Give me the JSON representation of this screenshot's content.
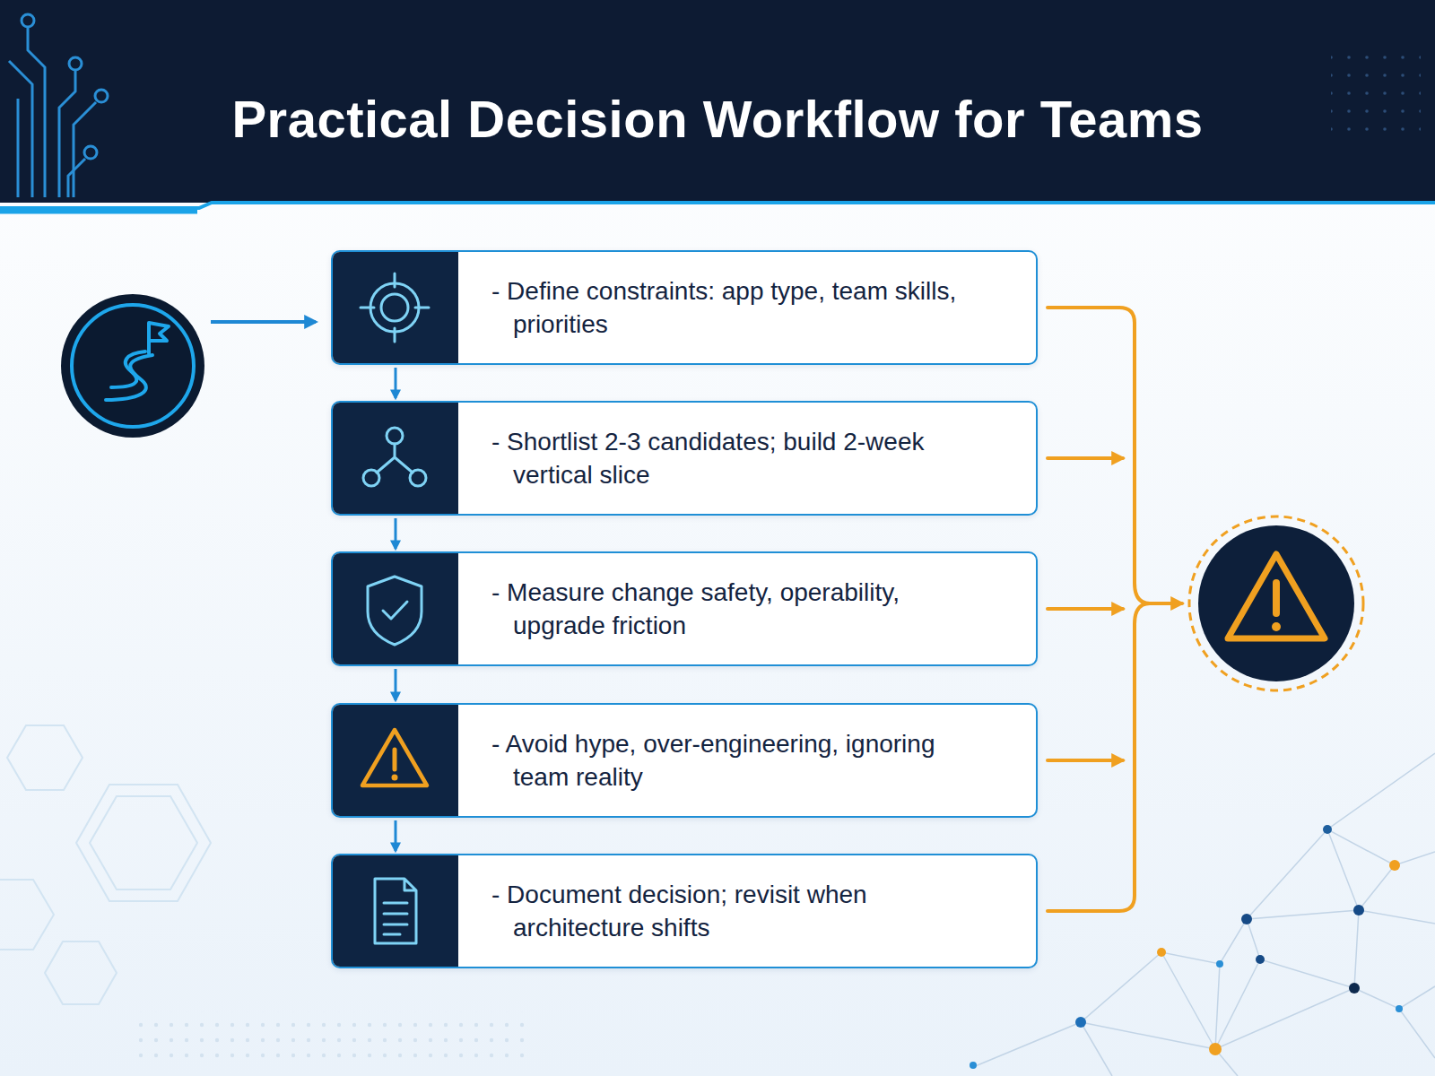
{
  "diagram": {
    "title": "Practical Decision Workflow for Teams",
    "nodes": [
      {
        "text": [
          "- Define constraints: app type, team skills, priorities"
        ]
      },
      {
        "text": [
          "- Shortlist 2-3 candidates; build 2-week vertical slice"
        ]
      },
      {
        "text": [
          "- Measure change safety, operability, upgrade friction"
        ]
      },
      {
        "text": [
          "- Avoid hype, over-engineering, ignoring team reality"
        ]
      },
      {
        "text": [
          "- Document decision; revisit when architecture shifts"
        ]
      }
    ],
    "edges": [
      {
        "from": 0,
        "to": 1,
        "arrow": "to"
      },
      {
        "from": 1,
        "to": 2,
        "arrow": "to"
      },
      {
        "from": 2,
        "to": 3,
        "arrow": "to"
      },
      {
        "from": 3,
        "to": 4,
        "arrow": "to"
      }
    ]
  }
}
